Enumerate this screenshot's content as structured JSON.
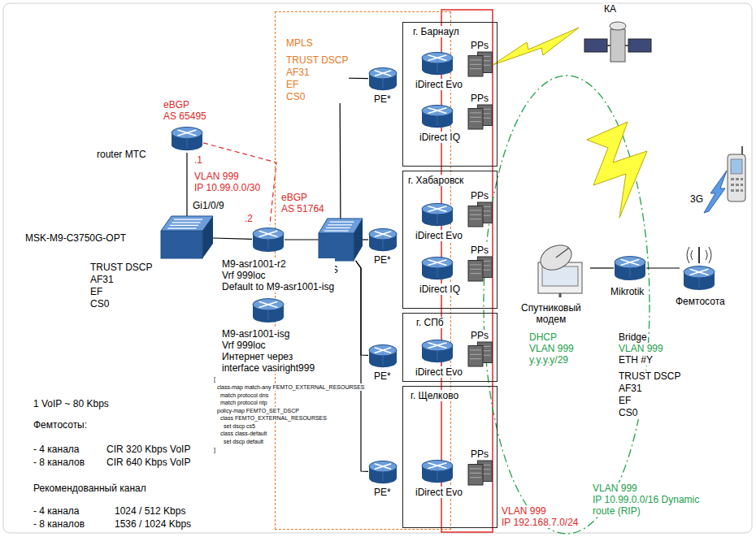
{
  "diagram": {
    "nodes": [
      {
        "text": [
          "MPLS",
          "TRUST DSCP AF31 EF CS0"
        ]
      },
      {
        "text": [
          "router МТС"
        ]
      },
      {
        "text": [
          "MSK-M9-C3750G-OPT",
          "TRUST DSCP AF31 EF CS0"
        ]
      },
      {
        "text": [
          "M9-asr1001-r2 Vrf 999loc Default to M9-asr1001-isg"
        ]
      },
      {
        "text": [
          "M9-asr1001-isg Vrf 999loc Интернет через interface vasiright999"
        ]
      },
      {
        "text": [
          "MPLS"
        ],
        "in": 0
      },
      {
        "text": [
          "г. Барнаул"
        ]
      },
      {
        "text": [
          "PE*"
        ],
        "in": 0
      },
      {
        "text": [
          "iDirect Evo"
        ],
        "in": 6
      },
      {
        "text": [
          "PPs"
        ],
        "in": 6
      },
      {
        "text": [
          "iDirect IQ"
        ],
        "in": 6
      },
      {
        "text": [
          "PPs"
        ],
        "in": 6
      },
      {
        "text": [
          "г. Хабаровск"
        ]
      },
      {
        "text": [
          "PE*"
        ],
        "in": 0
      },
      {
        "text": [
          "iDirect Evo"
        ],
        "in": 12
      },
      {
        "text": [
          "PPs"
        ],
        "in": 12
      },
      {
        "text": [
          "iDirect IQ"
        ],
        "in": 12
      },
      {
        "text": [
          "PPs"
        ],
        "in": 12
      },
      {
        "text": [
          "г. СПб"
        ]
      },
      {
        "text": [
          "PE*"
        ],
        "in": 0
      },
      {
        "text": [
          "iDirect Evo"
        ],
        "in": 18
      },
      {
        "text": [
          "PPs"
        ],
        "in": 18
      },
      {
        "text": [
          "г. Щелково"
        ]
      },
      {
        "text": [
          "PE*"
        ],
        "in": 0
      },
      {
        "text": [
          "iDirect Evo"
        ],
        "in": 22
      },
      {
        "text": [
          "PPs"
        ],
        "in": 22
      },
      {
        "text": [
          "КА"
        ]
      },
      {
        "text": [
          "Спутниковый модем",
          "DHCP VLAN 999 y.y.y.y/29"
        ]
      },
      {
        "text": [
          "Mikrotik",
          "Bridge",
          "VLAN 999",
          "ETH #Y",
          "TRUST DSCP AF31 EF CS0"
        ]
      },
      {
        "text": [
          "Фемтосота"
        ]
      }
    ],
    "edges": [
      {
        "from": 1,
        "to": 2,
        "arrow": "none"
      },
      {
        "from": 1,
        "to": 3,
        "arrow": "none"
      },
      {
        "from": 2,
        "to": 3,
        "arrow": "none"
      },
      {
        "from": 3,
        "to": 5,
        "arrow": "none"
      },
      {
        "from": 5,
        "to": 7,
        "arrow": "none"
      },
      {
        "from": 5,
        "to": 13,
        "arrow": "none"
      },
      {
        "from": 5,
        "to": 19,
        "arrow": "none"
      },
      {
        "from": 5,
        "to": 23,
        "arrow": "none"
      },
      {
        "from": 27,
        "to": 28,
        "arrow": "none"
      },
      {
        "from": 28,
        "to": 29,
        "arrow": "none"
      }
    ],
    "labels": [
      "eBGP AS 65495",
      ".1",
      "VLAN 999 IP 10.99.0.0/30",
      "Gi1/0/9",
      ".2",
      "eBGP AS 51764",
      "[",
      "class-map match-any FEMTO_EXTERNAL_RESOURSES",
      "match protocol dns",
      "match protocol ntp",
      "policy-map FEMTO_SET_DSCP",
      "class FEMTO_EXTERNAL_RESOURSES",
      "set dscp cs5",
      "class class-default",
      "set dscp default",
      "]",
      "1 VoIP ~ 80 Kbps",
      "Фемтосоты:",
      "- 4 канала",
      "CIR 320 Kbps VoIP",
      "- 8 каналов",
      "CIR 640 Kbps VoIP",
      "Рекомендованный канал",
      "- 4 канала",
      "1024 / 512 Kbps",
      "- 8 каналов",
      "1536 / 1024 Kbps",
      "VLAN 999 IP 192.168.7.0/24",
      "3G",
      "VLAN 999 IP 10.99.0.0/16 Dynamic route (RIP)"
    ]
  }
}
